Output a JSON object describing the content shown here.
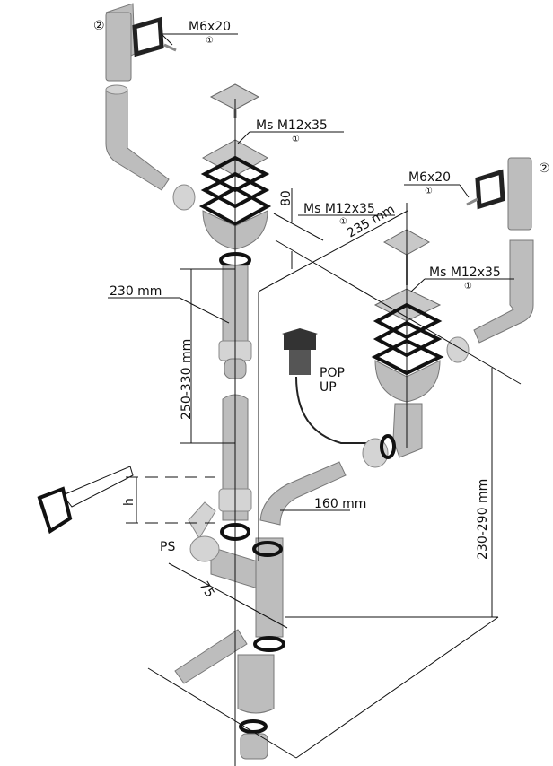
{
  "labels": {
    "bracket_number": "②",
    "screw_left": "M6x20",
    "screw_left_qty": "①",
    "screw_right": "M6x20",
    "screw_right_qty": "①",
    "bracket_right_number": "②",
    "bolt_left_top": "Ms  M12x35",
    "bolt_left_top_qty": "①",
    "bolt_left_mid": "Ms  M12x35",
    "bolt_left_mid_qty": "①",
    "bolt_right": "Ms  M12x35",
    "bolt_right_qty": "①",
    "dim_80": "80",
    "dim_235": "235 mm",
    "dim_230": "230  mm",
    "dim_250_330": "250-330  mm",
    "popup_line1": "POP",
    "popup_line2": "UP",
    "dim_h": "h",
    "dim_160": "160  mm",
    "ps": "PS",
    "dim_75": "75",
    "dim_230_290": "230-290  mm"
  }
}
